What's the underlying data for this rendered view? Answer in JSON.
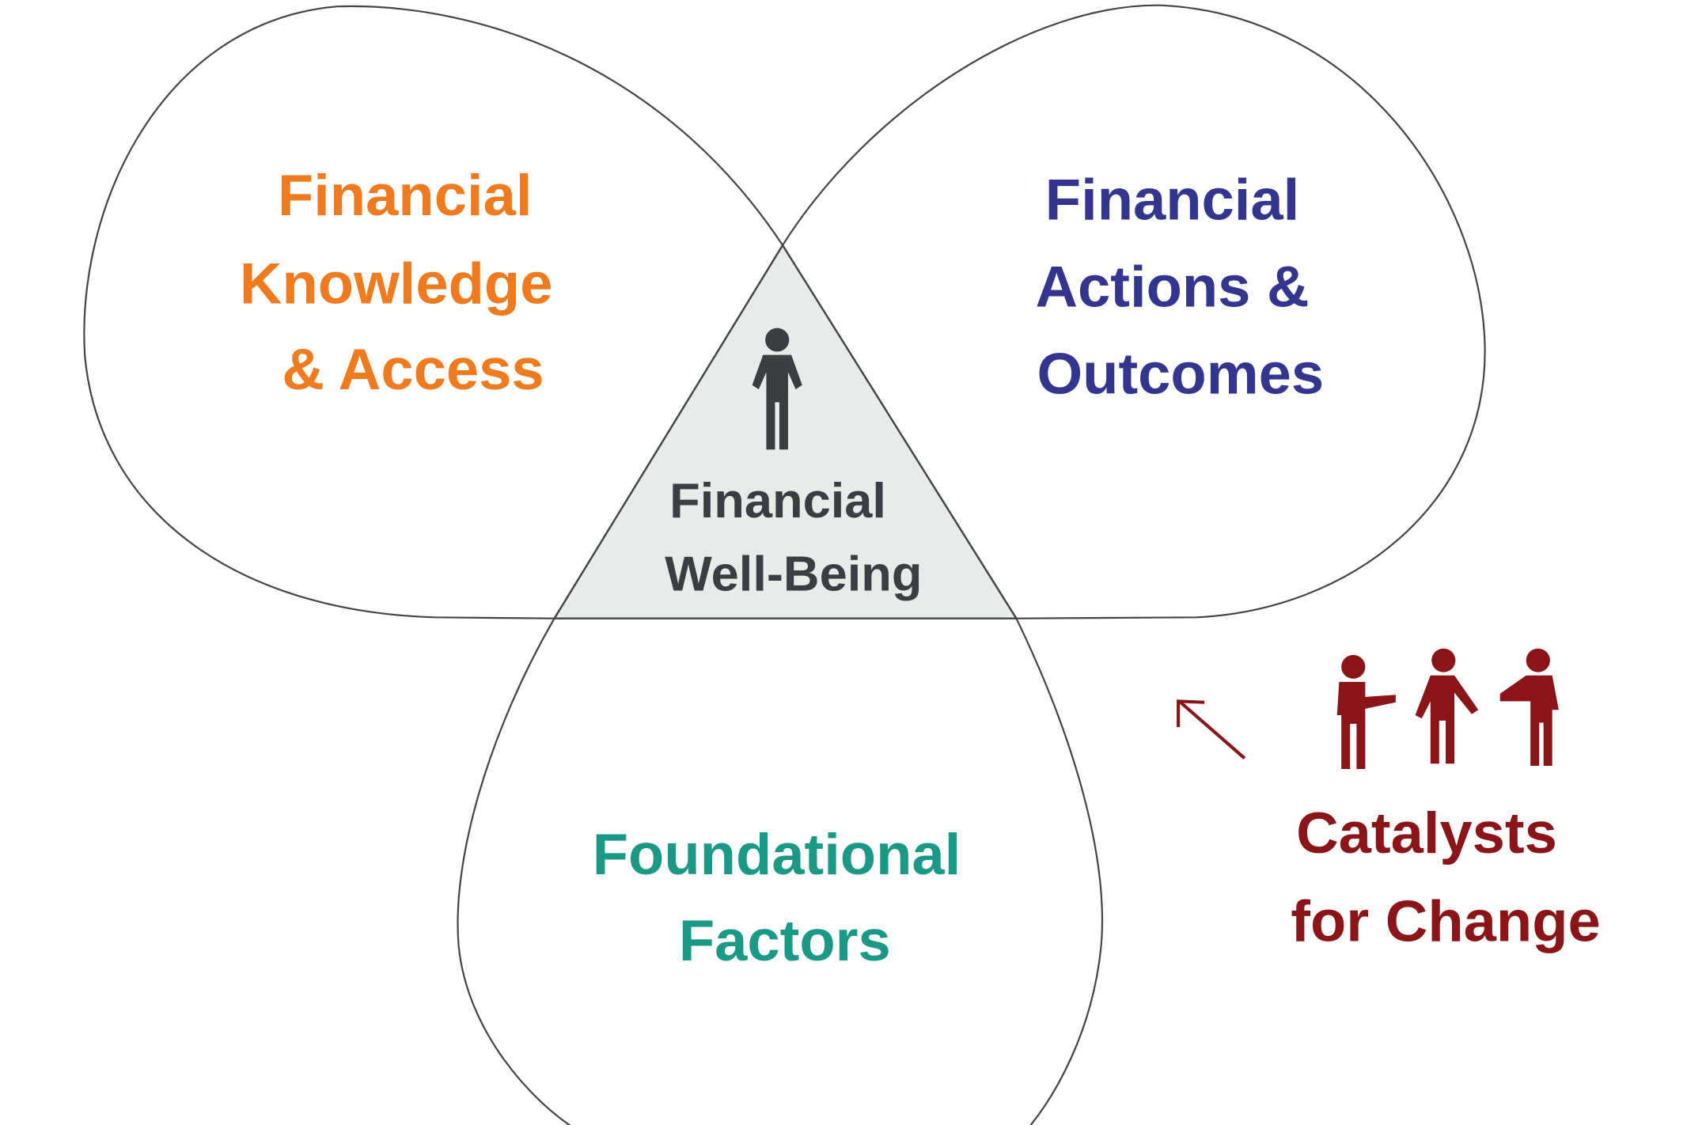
{
  "knowledge": {
    "lines": [
      "Financial",
      "Knowledge",
      "& Access"
    ],
    "color": "#f07a1e"
  },
  "actions": {
    "lines": [
      "Financial",
      "Actions &",
      "Outcomes"
    ],
    "color": "#33358f"
  },
  "foundational": {
    "lines": [
      "Foundational",
      "Factors"
    ],
    "color": "#1a9a86"
  },
  "center": {
    "lines": [
      "Financial",
      "Well-Being"
    ],
    "color": "#3a3d42",
    "fill": "#e8ece8",
    "icon": "person-icon"
  },
  "catalysts": {
    "lines": [
      "Catalysts",
      "for Change"
    ],
    "color": "#8b1418",
    "icon": "people-group-icon"
  }
}
